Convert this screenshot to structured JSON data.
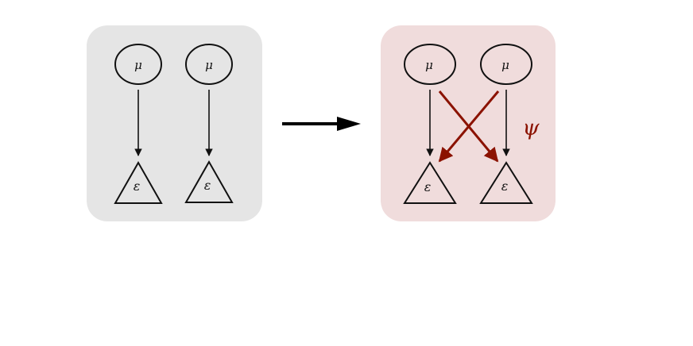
{
  "colors": {
    "left_panel_bg": "#e5e5e5",
    "right_panel_bg": "#f0dcdc",
    "stroke": "#111111",
    "accent": "#8b1200"
  },
  "left_panel": {
    "top_nodes": [
      "μ",
      "μ"
    ],
    "bottom_nodes": [
      "ε",
      "ε"
    ]
  },
  "right_panel": {
    "top_nodes": [
      "μ",
      "μ"
    ],
    "bottom_nodes": [
      "ε",
      "ε"
    ],
    "cross_label": "ψ"
  }
}
